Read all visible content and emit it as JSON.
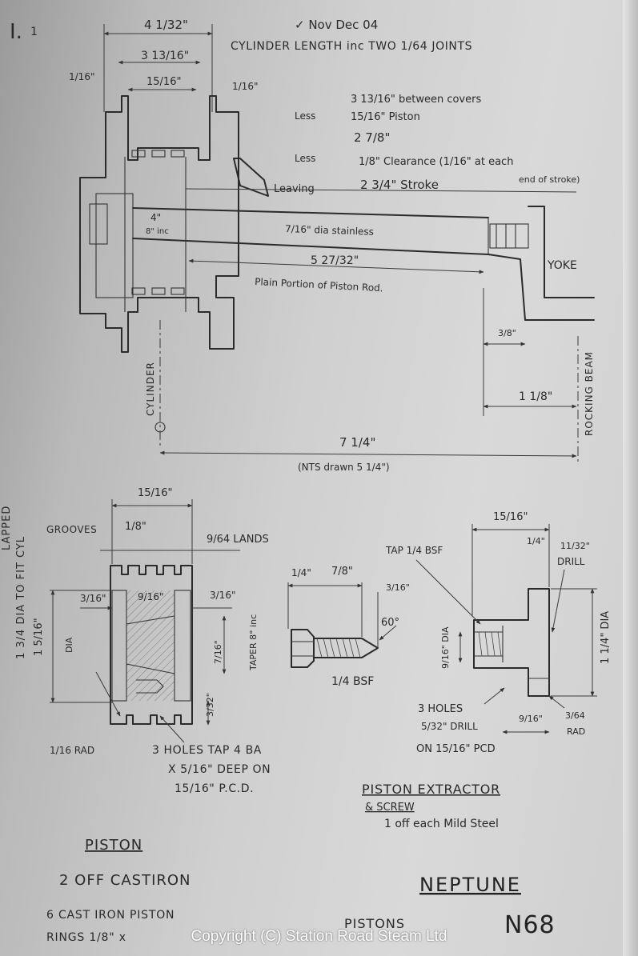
{
  "header": {
    "check_note": "✓ Nov Dec 04",
    "cylinder_length": "CYLINDER LENGTH inc TWO 1/64 JOINTS",
    "corner_mark": "I.",
    "corner_mark_2": "1"
  },
  "calc": {
    "line1": "3 13/16\" between covers",
    "less1": "Less",
    "line2": "15/16\" Piston",
    "line3": "2 7/8\"",
    "less2": "Less",
    "line4": "1/8\" Clearance (1/16\" at each",
    "line4b": "end of stroke)",
    "leaving": "Leaving",
    "line5": "2 3/4\" Stroke"
  },
  "cylinder_dims": {
    "overall": "4 1/32\"",
    "between": "3 13/16\"",
    "piston_w": "15/16\"",
    "left_joint": "1/16\"",
    "right_joint": "1/16\"",
    "thread_len": "4\"",
    "thread_tpi": "8\" inc",
    "rod_dia": "7/16\" dia stainless",
    "rod_len": "5 27/32\"",
    "plain_portion": "Plain Portion of Piston Rod.",
    "yoke": "YOKE",
    "yoke_gap": "3/8\"",
    "yoke_len": "1 1/8\"",
    "rocking_beam": "ROCKING BEAM",
    "cylinder_cl": "CYLINDER",
    "centres": "7 1/4\"",
    "nts": "(NTS drawn 5 1/4\")"
  },
  "piston": {
    "side_note": "1 3/4 DIA TO FIT CYL",
    "side_note_prefix": "LAPPED",
    "width": "15/16\"",
    "grooves": "GROOVES",
    "groove_w": "1/8\"",
    "lands": "9/64 LANDS",
    "left_wall": "3/16\"",
    "bore": "9/16\"",
    "right_wall": "3/16\"",
    "dia": "1 5/16\"",
    "dia_word": "DIA",
    "taper_dia": "7/16\"",
    "taper": "TAPER 8° inc",
    "boss": "3/32\"",
    "radius": "1/16 RAD",
    "holes1": "3 HOLES TAP 4 BA",
    "holes2": "X 5/16\" DEEP ON",
    "holes3": "15/16\" P.C.D."
  },
  "screw": {
    "head": "1/4\"",
    "len": "7/8\"",
    "tip": "3/16\"",
    "angle": "60°",
    "thread": "1/4 BSF"
  },
  "extractor": {
    "width": "15/16\"",
    "flange": "1/4\"",
    "tap": "TAP 1/4 BSF",
    "drill_sz": "11/32\"",
    "drill": "DRILL",
    "bore_dia": "9/16\" DIA",
    "dia": "1 1/4\" DIA",
    "holes1": "3 HOLES",
    "holes2": "5/32\" DRILL",
    "holes3": "ON 15/16\" PCD",
    "hub": "9/16\"",
    "rad": "3/64",
    "rad_word": "RAD",
    "title": "PISTON EXTRACTOR",
    "title2": "& SCREW",
    "material": "1 off each Mild Steel"
  },
  "footer": {
    "piston_title": "PISTON",
    "piston_qty": "2 OFF CASTIRON",
    "rings1": "6 CAST IRON PISTON",
    "rings2": "RINGS 1/8\" x",
    "pistons": "PISTONS",
    "project": "NEPTUNE",
    "code": "N68",
    "copyright": "Copyright (C) Station Road Steam Ltd"
  }
}
